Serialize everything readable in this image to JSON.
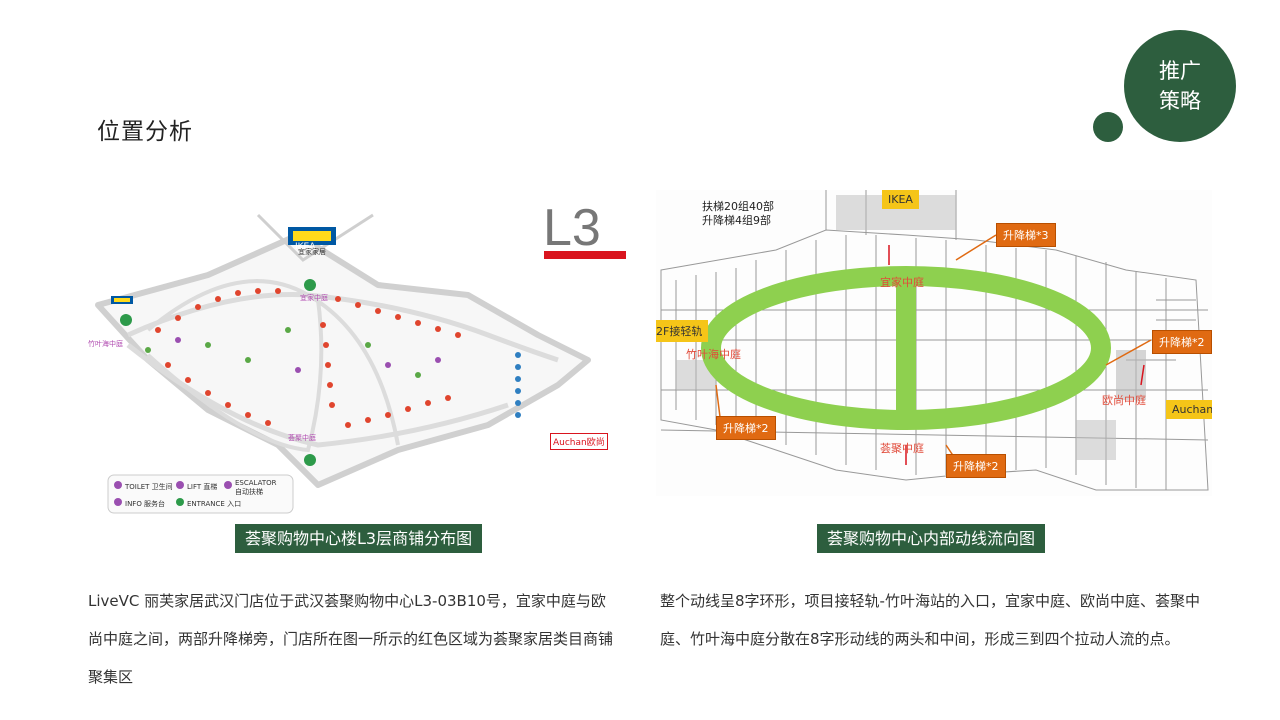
{
  "title": "位置分析",
  "badge": {
    "line1": "推广",
    "line2": "策略"
  },
  "left_map": {
    "level": "L3",
    "ikea_logo": "IKEA",
    "ikea_cn": "宜家家居",
    "auchan": "Auchan欧尚",
    "labels": {
      "zhuyehai": "竹叶海中庭",
      "yijia": "宜家中庭",
      "huiju": "荟聚中庭"
    },
    "legend": [
      "TOILET 卫生间",
      "LIFT 直梯",
      "ESCALATOR 自动扶梯",
      "INFO 服务台",
      "ENTRANCE 入口"
    ]
  },
  "right_map": {
    "note_line1": "扶梯20组40部",
    "note_line2": "升降梯4组9部",
    "tags": {
      "ikea": "IKEA",
      "lift3": "升降梯*3",
      "lightrail": "2F接轻轨",
      "lift2_right": "升降梯*2",
      "auchan": "Auchan",
      "lift2_left": "升降梯*2",
      "lift2_bottom": "升降梯*2"
    },
    "courts": {
      "yijia": "宜家中庭",
      "zhuyehai": "竹叶海中庭",
      "ouchang": "欧尚中庭",
      "huiju": "荟聚中庭"
    }
  },
  "captions": {
    "left": "荟聚购物中心楼L3层商铺分布图",
    "right": "荟聚购物中心内部动线流向图"
  },
  "paragraphs": {
    "left": "LiveVC 丽芙家居武汉门店位于武汉荟聚购物中心L3-03B10号，宜家中庭与欧尚中庭之间，两部升降梯旁，门店所在图一所示的红色区域为荟聚家居类目商铺聚集区",
    "right": "整个动线呈8字环形，项目接轻轨-竹叶海站的入口，宜家中庭、欧尚中庭、荟聚中庭、竹叶海中庭分散在8字形动线的两头和中间，形成三到四个拉动人流的点。"
  },
  "colors": {
    "brand_green": "#2d5e3e",
    "flow_green": "#8ed04f",
    "tag_orange": "#e06a12",
    "tag_yellow": "#f5c518",
    "l3_red": "#d9141e"
  }
}
